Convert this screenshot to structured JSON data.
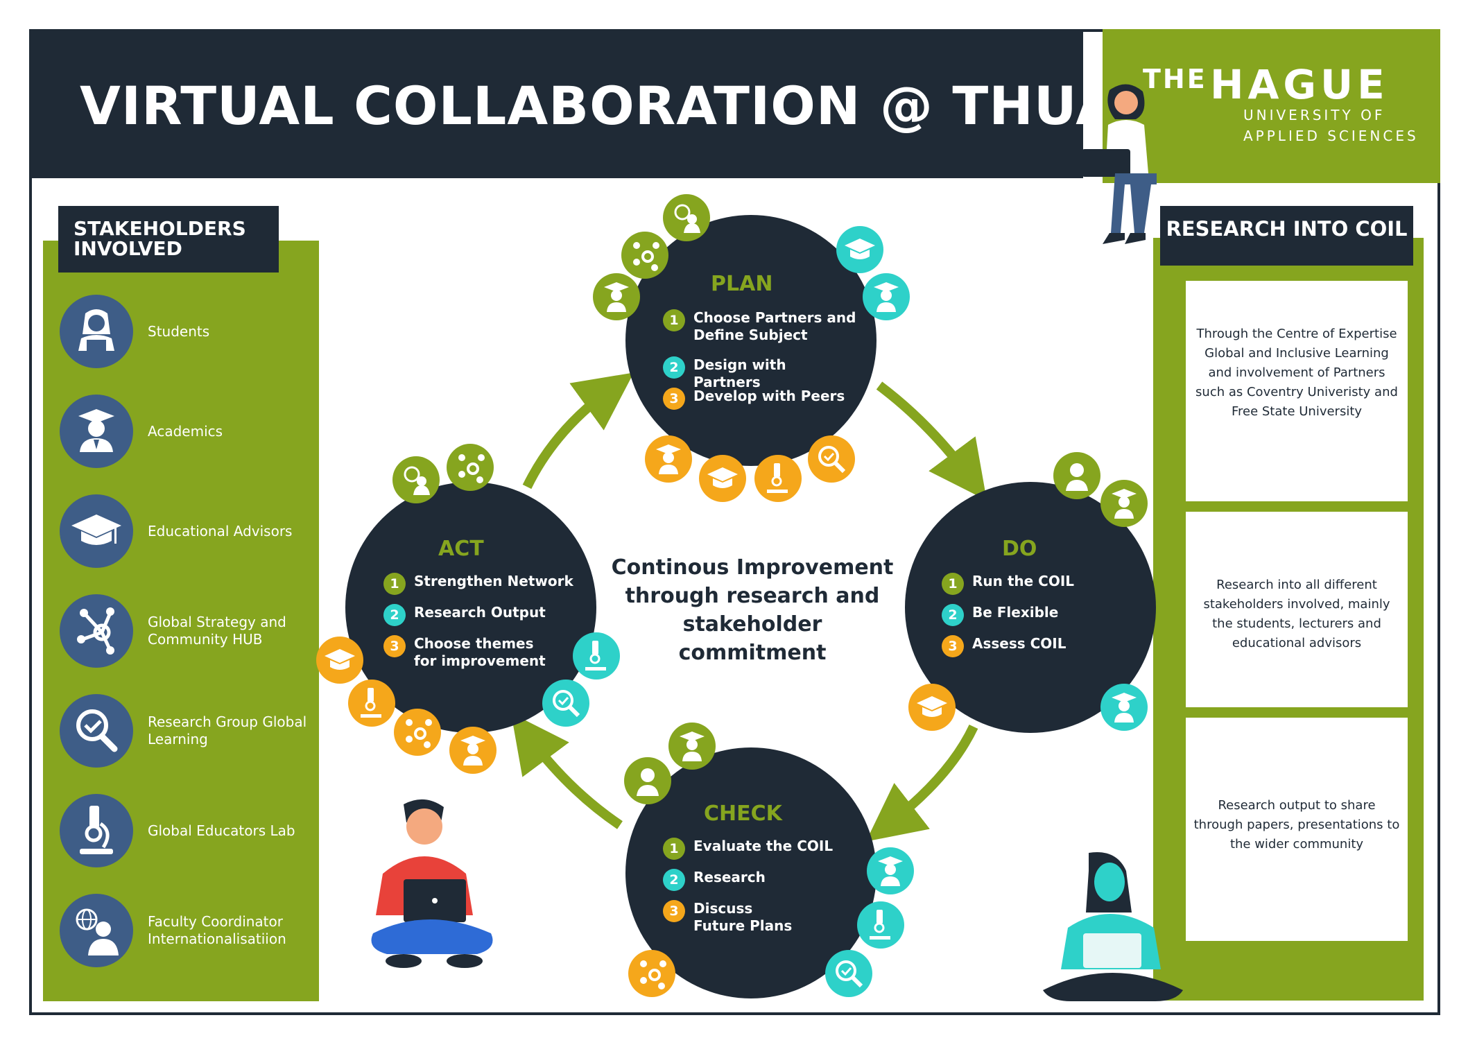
{
  "header": {
    "title": "VIRTUAL COLLABORATION @ THUAS"
  },
  "logo": {
    "the": "THE",
    "hague": "HAGUE",
    "line1": "UNIVERSITY OF",
    "line2": "APPLIED SCIENCES"
  },
  "stakeholders": {
    "title": "STAKEHOLDERS INVOLVED",
    "items": [
      {
        "label": "Students",
        "icon": "student-icon"
      },
      {
        "label": "Academics",
        "icon": "academic-icon"
      },
      {
        "label": "Educational Advisors",
        "icon": "graduation-cap-icon"
      },
      {
        "label": "Global Strategy and Community HUB",
        "icon": "network-icon"
      },
      {
        "label": "Research Group Global Learning",
        "icon": "magnifier-check-icon"
      },
      {
        "label": "Global Educators Lab",
        "icon": "microscope-icon"
      },
      {
        "label": "Faculty Coordinator Internationalisatiion",
        "icon": "globe-person-icon"
      }
    ]
  },
  "research": {
    "title": "RESEARCH INTO COIL",
    "cards": [
      "Through the Centre of Expertise Global and Inclusive Learning and involvement of Partners such as Coventry Univeristy and Free State University",
      "Research into all different stakeholders involved, mainly the students, lecturers and educational advisors",
      "Research output to share through papers, presentations to the wider community"
    ]
  },
  "cycle": {
    "center": "Continous Improvement through research and stakeholder commitment",
    "plan": {
      "title": "PLAN",
      "items": [
        "Choose Partners and Define Subject",
        "Design with Partners",
        "Develop with Peers"
      ]
    },
    "do": {
      "title": "DO",
      "items": [
        "Run the COIL",
        "Be Flexible",
        "Assess COIL"
      ]
    },
    "check": {
      "title": "CHECK",
      "items": [
        "Evaluate the COIL",
        "Research",
        "Discuss Future Plans"
      ]
    },
    "act": {
      "title": "ACT",
      "items": [
        "Strengthen Network",
        "Research Output",
        "Choose themes for improvement"
      ]
    },
    "numbers": [
      "1",
      "2",
      "3"
    ]
  },
  "colors": {
    "navy": "#1f2a36",
    "green": "#86a51f",
    "teal": "#2ed1c9",
    "orange": "#f5a71b",
    "blue": "#3e5d87"
  }
}
